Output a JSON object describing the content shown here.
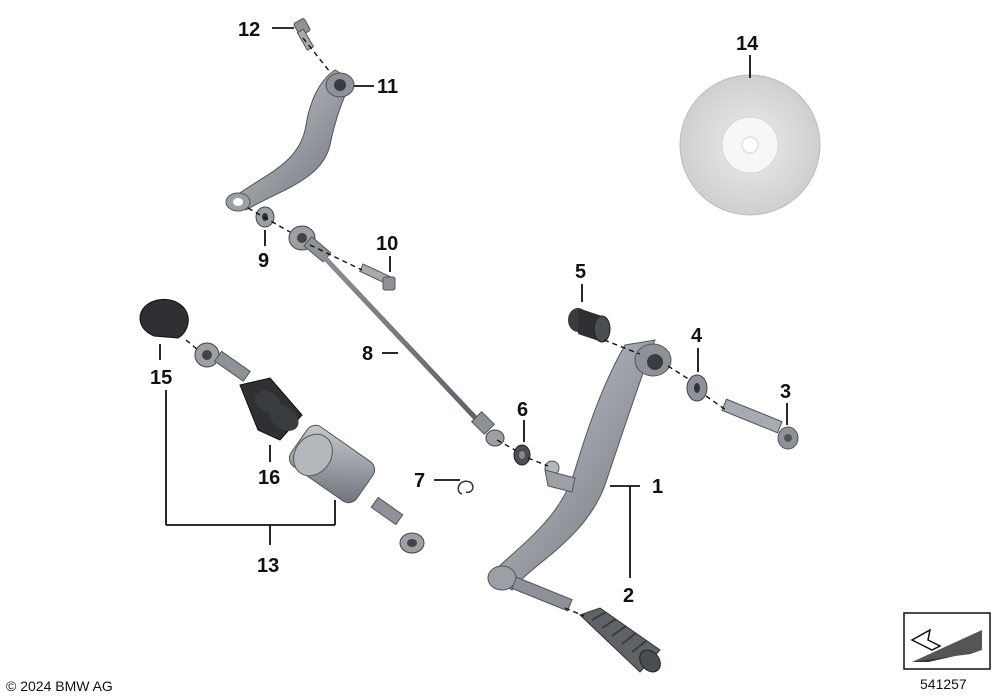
{
  "callouts": {
    "c1": "1",
    "c2": "2",
    "c3": "3",
    "c4": "4",
    "c5": "5",
    "c6": "6",
    "c7": "7",
    "c8": "8",
    "c9": "9",
    "c10": "10",
    "c11": "11",
    "c12": "12",
    "c13": "13",
    "c14": "14",
    "c15": "15",
    "c16": "16"
  },
  "footer": {
    "copyright": "© 2024 BMW AG",
    "reference": "541257"
  },
  "colors": {
    "part_dark": "#5f6368",
    "part_mid": "#9aa0a6",
    "part_light": "#c9ccd0",
    "rubber": "#2f3033",
    "disc_light": "#ececec",
    "disc_mid": "#d3d3d3"
  }
}
